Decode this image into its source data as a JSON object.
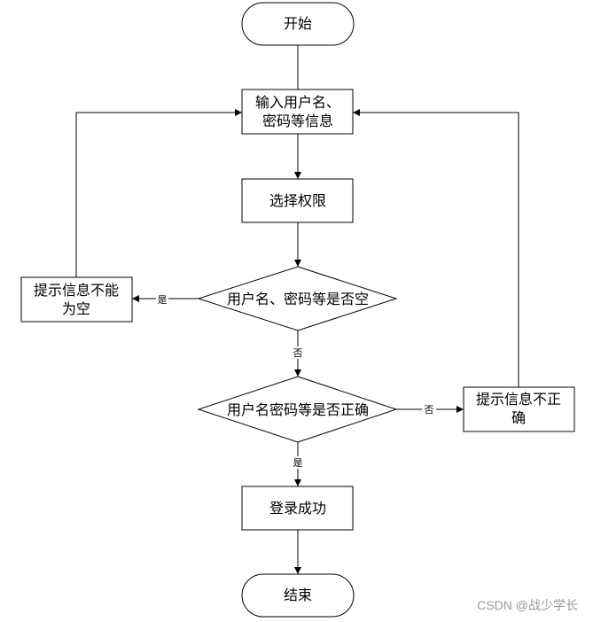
{
  "nodes": {
    "start": "开始",
    "input_line1": "输入用户名、",
    "input_line2": "密码等信息",
    "select": "选择权限",
    "check_empty": "用户名、密码等是否空",
    "check_correct": "用户名密码等是否正确",
    "empty_msg_line1": "提示信息不能",
    "empty_msg_line2": "为空",
    "wrong_msg_line1": "提示信息不正",
    "wrong_msg_line2": "确",
    "success": "登录成功",
    "end": "结束"
  },
  "edge_labels": {
    "empty_yes": "是",
    "empty_no": "否",
    "correct_no": "否",
    "correct_yes": "是"
  },
  "watermark": "CSDN @战少学长"
}
